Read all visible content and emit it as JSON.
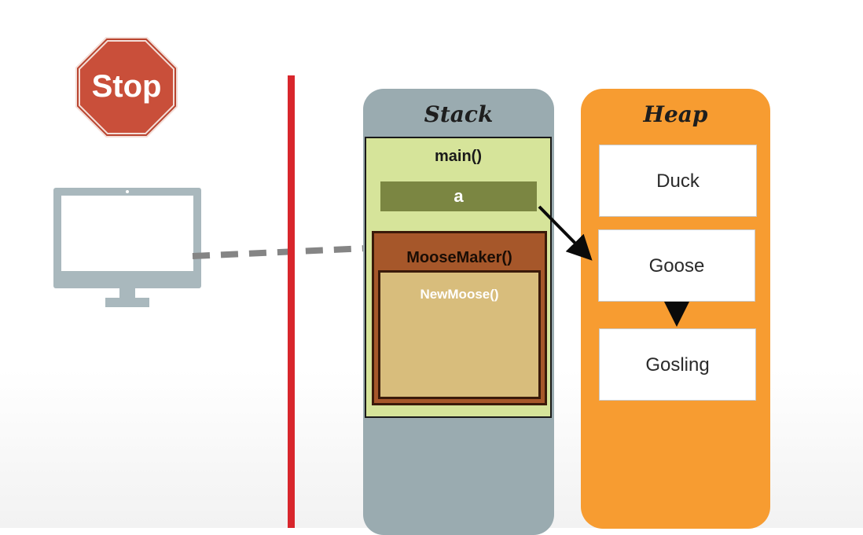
{
  "stop_sign": {
    "label": "Stop"
  },
  "stack": {
    "title": "Stack",
    "main_frame": {
      "label": "main()",
      "variable": "a"
    },
    "moose_maker_frame": {
      "label": "MooseMaker()"
    },
    "new_moose_frame": {
      "label": "NewMoose()"
    }
  },
  "heap": {
    "title": "Heap",
    "objects": [
      "Duck",
      "Goose",
      "Gosling"
    ]
  },
  "colors": {
    "stop_red": "#c94f3a",
    "divider_red": "#d8262c",
    "stack_panel": "#9aabb0",
    "main_frame": "#d6e49a",
    "variable_box": "#7b8642",
    "moose_maker": "#a6572a",
    "new_moose": "#d8bd7c",
    "heap_panel": "#f79c31",
    "monitor": "#a9b8bd"
  },
  "icons": {
    "stop": "stop-sign-icon",
    "computer": "monitor-icon"
  }
}
